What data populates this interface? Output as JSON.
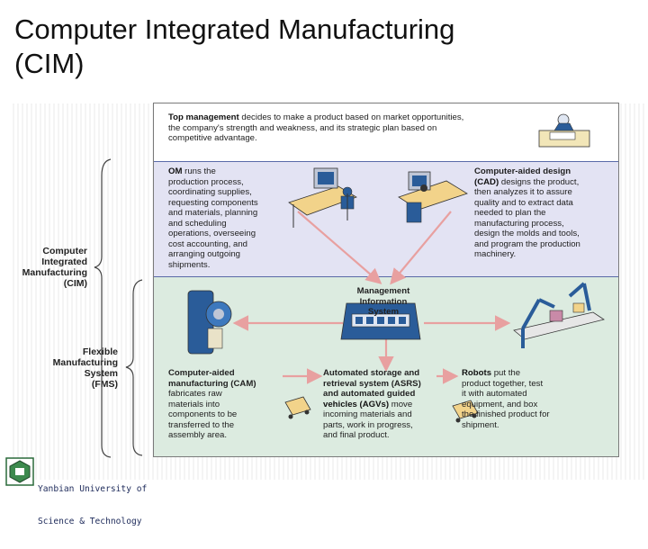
{
  "slide": {
    "title_line1": "Computer Integrated Manufacturing",
    "title_line2": "(CIM)"
  },
  "labels": {
    "cim": [
      "Computer",
      "Integrated",
      "Manufacturing",
      "(CIM)"
    ],
    "fms": [
      "Flexible",
      "Manufacturing",
      "System",
      "(FMS)"
    ]
  },
  "blocks": {
    "top": {
      "bold": "Top management",
      "lines": [
        " decides to make a product based on market opportunities,",
        "the company's strength and weakness, and its strategic plan based on",
        "competitive advantage."
      ]
    },
    "om": {
      "bold": "OM",
      "lines": [
        " runs the",
        "production process,",
        "coordinating supplies,",
        "requesting components",
        "and materials, planning",
        "and scheduling",
        "operations, overseeing",
        "cost accounting, and",
        "arranging outgoing",
        "shipments."
      ]
    },
    "cad": {
      "bold_lines": [
        "Computer-aided design",
        "(CAD)"
      ],
      "lines": [
        " designs the product,",
        "then analyzes it to assure",
        "quality and to extract data",
        "needed to plan the",
        "manufacturing process,",
        "design the molds and tools,",
        "and program the production",
        "machinery."
      ]
    },
    "mis": {
      "lines": [
        "Management",
        "Information",
        "System"
      ]
    },
    "cam": {
      "bold_lines": [
        "Computer-aided",
        "manufacturing (CAM)"
      ],
      "lines": [
        "fabricates raw",
        "materials into",
        "components to be",
        "transferred to the",
        "assembly area."
      ]
    },
    "asrs": {
      "bold_lines": [
        "Automated storage and",
        "retrieval system (ASRS)",
        "and automated guided",
        "vehicles (AGVs)"
      ],
      "lines": [
        " move",
        "incoming materials and",
        "parts, work in progress,",
        "and final product."
      ]
    },
    "robots": {
      "bold": "Robots",
      "lines": [
        " put the",
        "product together, test",
        "it with automated",
        "equipment, and box",
        "the finished product for",
        "shipment."
      ]
    }
  },
  "footer": {
    "university_line1": "Yanbian University of",
    "university_line2": "Science & Technology"
  },
  "colors": {
    "top_band": "#ffffff",
    "mid_band": "#e3e3f3",
    "bottom_band": "#dcebe0",
    "arrow": "#e8a0a0"
  }
}
